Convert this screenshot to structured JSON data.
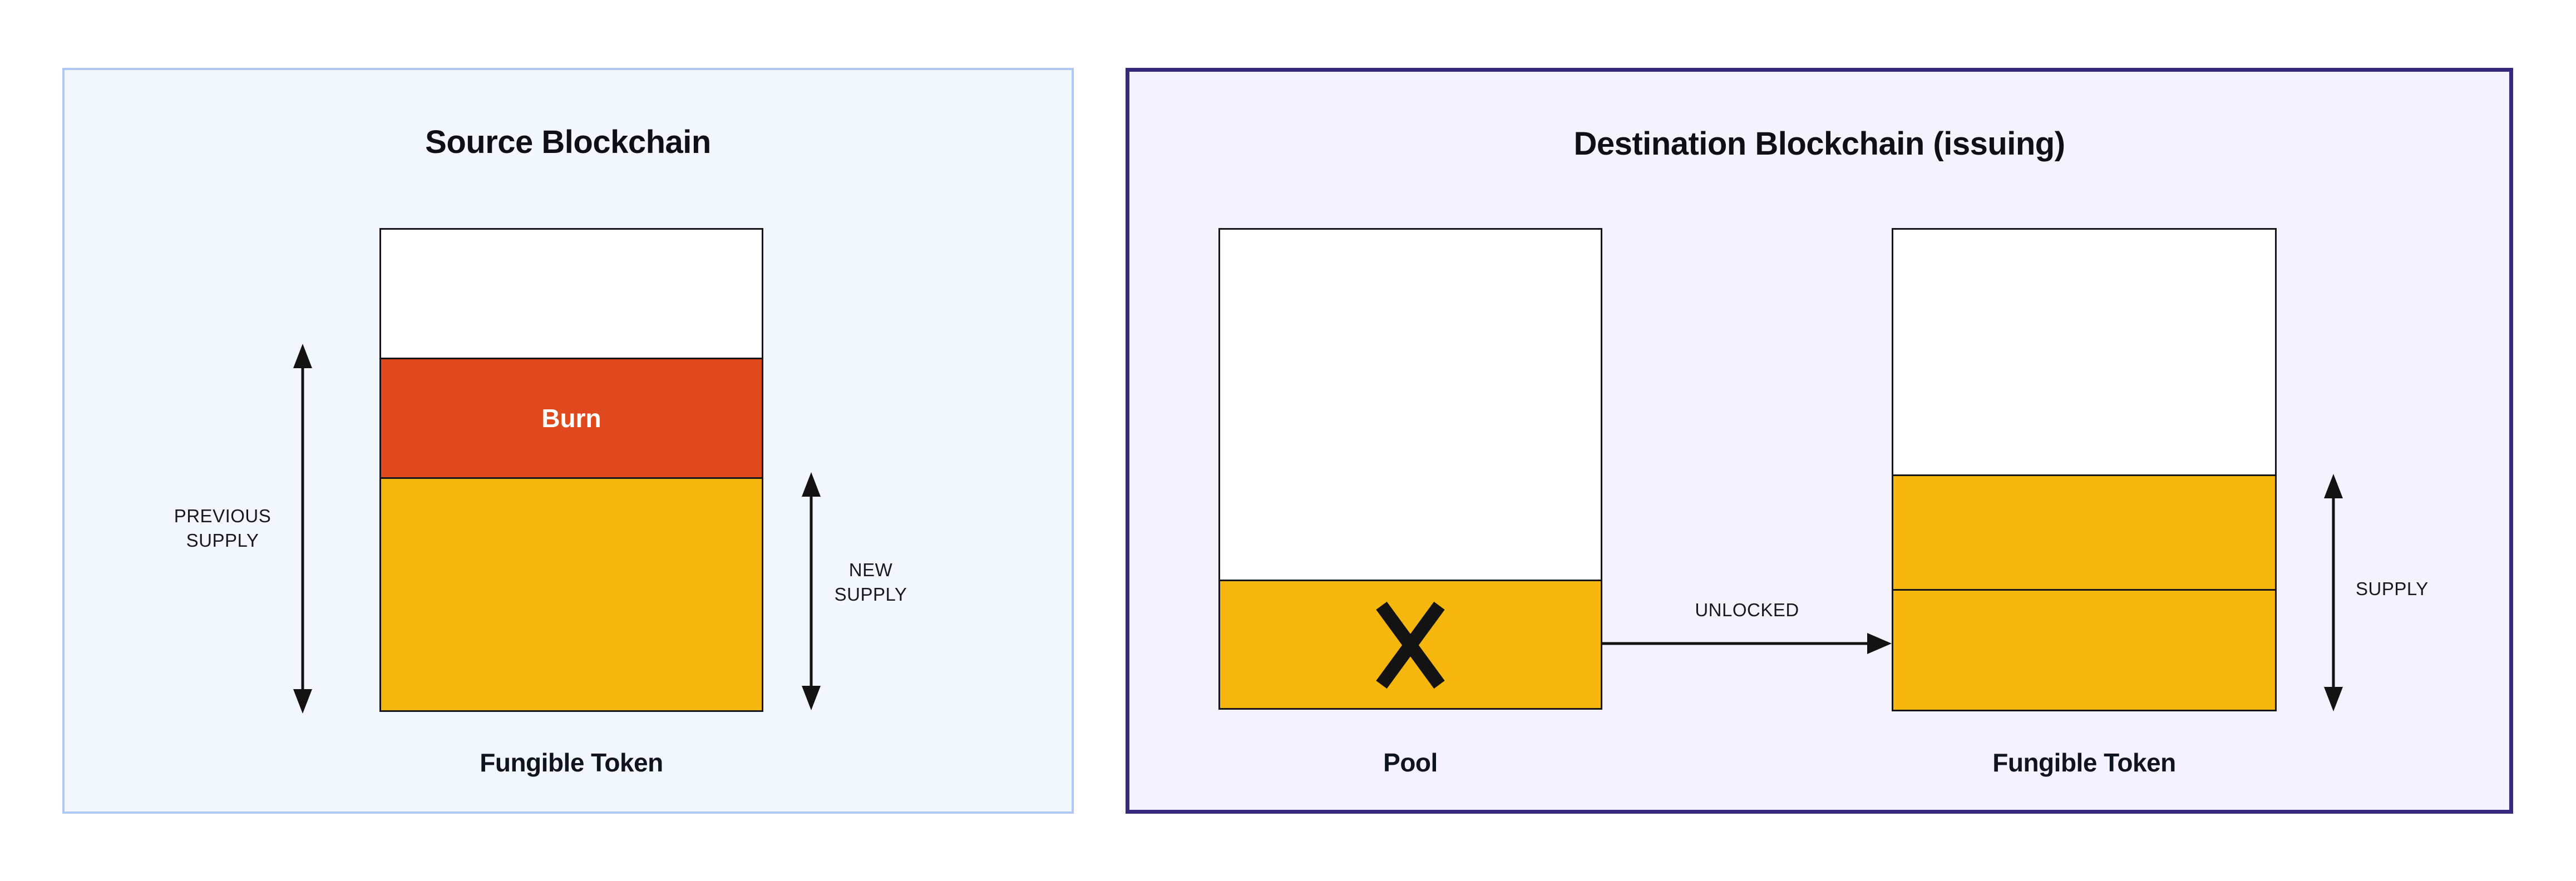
{
  "canvas": {
    "background": "#ffffff"
  },
  "colors": {
    "source_panel_bg": "#f2f6fd",
    "source_panel_border": "#afc8f4",
    "destination_panel_bg": "#f4f2fc",
    "destination_panel_border": "#38287d",
    "bar_border": "#16161a",
    "burn_red": "#e0491e",
    "token_yellow": "#f5b60e",
    "arrow_black": "#131313",
    "text_dark": "#10141f"
  },
  "source_panel": {
    "title": "Source Blockchain",
    "bar_label": "Fungible Token",
    "burn_label": "Burn",
    "previous_supply": {
      "line1": "PREVIOUS",
      "line2": "SUPPLY"
    },
    "new_supply": {
      "line1": "NEW",
      "line2": "SUPPLY"
    }
  },
  "destination_panel": {
    "title": "Destination Blockchain (issuing)",
    "pool_label": "Pool",
    "token_label": "Fungible Token",
    "unlocked_label": "UNLOCKED",
    "supply_label": "SUPPLY",
    "x_mark": "✕"
  }
}
